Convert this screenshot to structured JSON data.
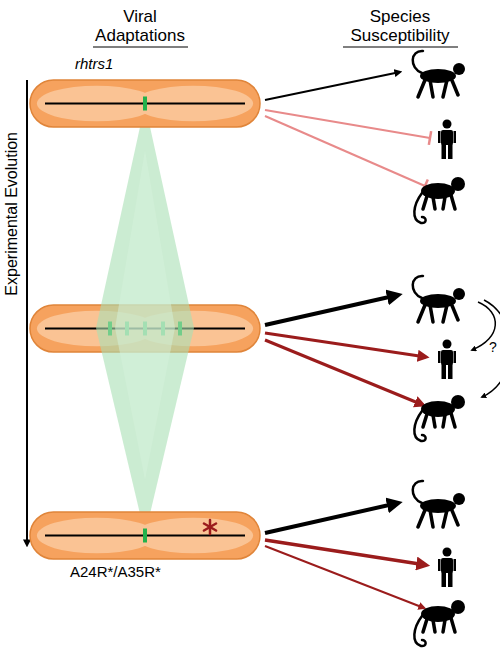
{
  "diagram": {
    "nodes": [
      {
        "text": [
          "rhtrs1"
        ]
      },
      {
        "text": [
          "A24R*/A35R*"
        ]
      }
    ],
    "labels": [
      "Viral Adaptations",
      "Species Susceptibility",
      "Experimental Evolution",
      "?"
    ]
  }
}
